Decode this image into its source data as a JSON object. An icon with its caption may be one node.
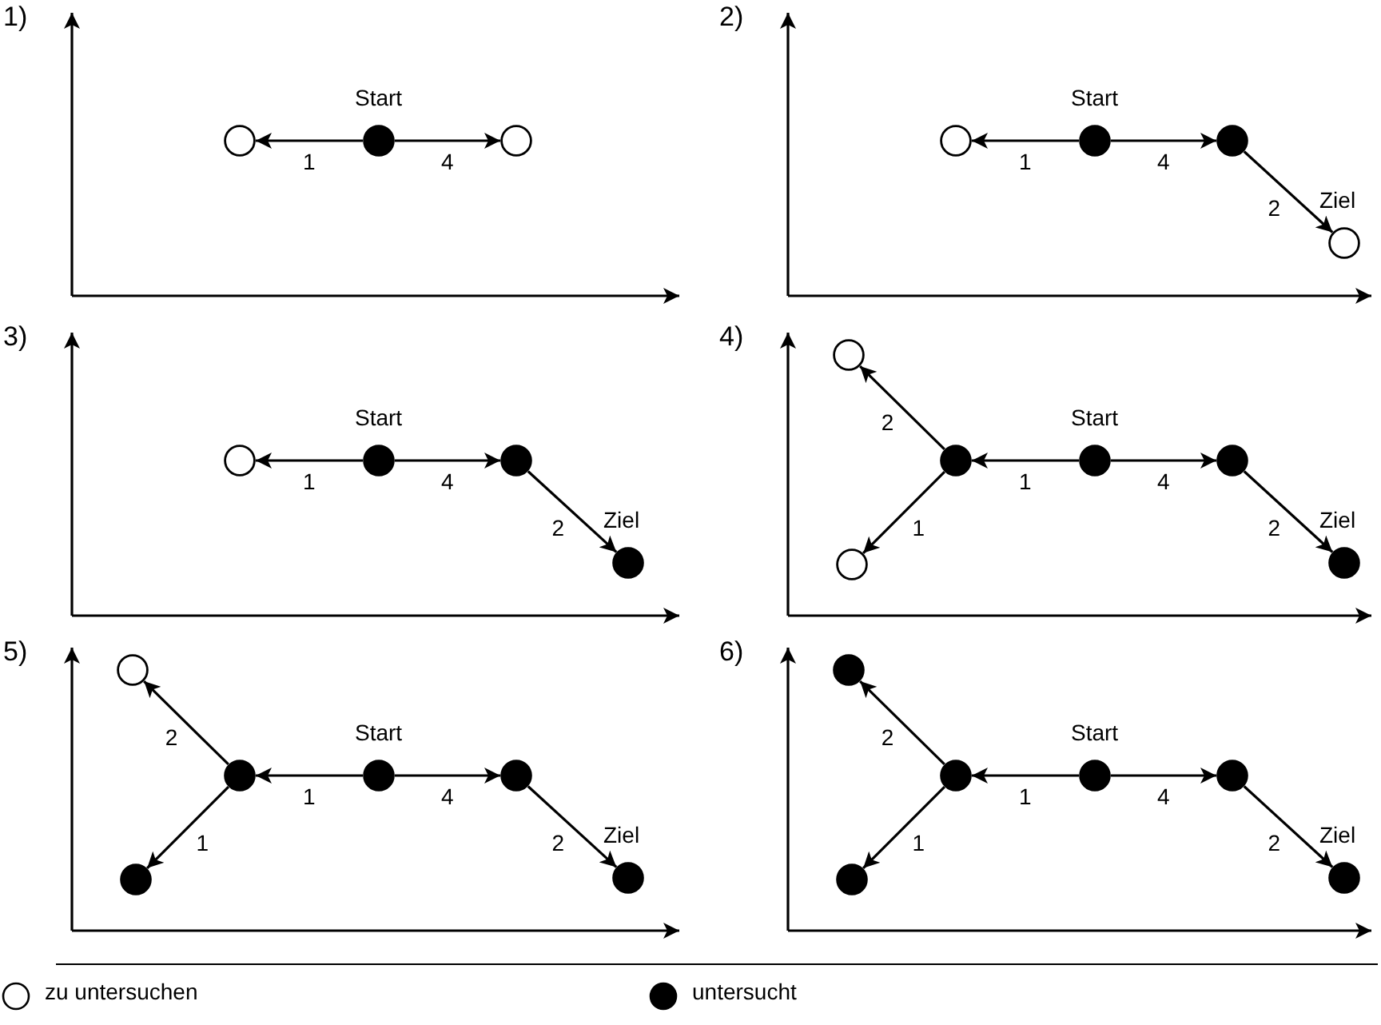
{
  "diagram": {
    "nodes": [
      {
        "text": [],
        "shape": "circle"
      },
      {
        "text": [],
        "shape": "dot",
        "beside": [
          "Start"
        ]
      },
      {
        "text": [],
        "shape": "circle"
      },
      {
        "text": [],
        "shape": "circle"
      },
      {
        "text": [],
        "shape": "dot",
        "beside": [
          "Start"
        ]
      },
      {
        "text": [],
        "shape": "dot"
      },
      {
        "text": [],
        "shape": "circle",
        "beside": [
          "Ziel"
        ]
      },
      {
        "text": [],
        "shape": "circle"
      },
      {
        "text": [],
        "shape": "dot",
        "beside": [
          "Start"
        ]
      },
      {
        "text": [],
        "shape": "dot"
      },
      {
        "text": [],
        "shape": "dot",
        "beside": [
          "Ziel"
        ]
      },
      {
        "text": [],
        "shape": "circle"
      },
      {
        "text": [],
        "shape": "dot"
      },
      {
        "text": [],
        "shape": "dot",
        "beside": [
          "Start"
        ]
      },
      {
        "text": [],
        "shape": "dot"
      },
      {
        "text": [],
        "shape": "circle"
      },
      {
        "text": [],
        "shape": "dot",
        "beside": [
          "Ziel"
        ]
      },
      {
        "text": [],
        "shape": "circle"
      },
      {
        "text": [],
        "shape": "dot"
      },
      {
        "text": [],
        "shape": "dot",
        "beside": [
          "Start"
        ]
      },
      {
        "text": [],
        "shape": "dot"
      },
      {
        "text": [],
        "shape": "dot"
      },
      {
        "text": [],
        "shape": "dot",
        "beside": [
          "Ziel"
        ]
      },
      {
        "text": [],
        "shape": "dot"
      },
      {
        "text": [],
        "shape": "dot"
      },
      {
        "text": [],
        "shape": "dot",
        "beside": [
          "Start"
        ]
      },
      {
        "text": [],
        "shape": "dot"
      },
      {
        "text": [],
        "shape": "dot"
      },
      {
        "text": [],
        "shape": "dot",
        "beside": [
          "Ziel"
        ]
      }
    ],
    "edges": [
      {
        "from": 1,
        "to": 0,
        "arrow": "to",
        "label": "1"
      },
      {
        "from": 1,
        "to": 2,
        "arrow": "to",
        "label": "4"
      },
      {
        "from": 4,
        "to": 3,
        "arrow": "to",
        "label": "1"
      },
      {
        "from": 4,
        "to": 5,
        "arrow": "to",
        "label": "4"
      },
      {
        "from": 5,
        "to": 6,
        "arrow": "to",
        "label": "2"
      },
      {
        "from": 8,
        "to": 7,
        "arrow": "to",
        "label": "1"
      },
      {
        "from": 8,
        "to": 9,
        "arrow": "to",
        "label": "4"
      },
      {
        "from": 9,
        "to": 10,
        "arrow": "to",
        "label": "2"
      },
      {
        "from": 13,
        "to": 12,
        "arrow": "to",
        "label": "1"
      },
      {
        "from": 13,
        "to": 14,
        "arrow": "to",
        "label": "4"
      },
      {
        "from": 14,
        "to": 16,
        "arrow": "to",
        "label": "2"
      },
      {
        "from": 12,
        "to": 11,
        "arrow": "to",
        "label": "2"
      },
      {
        "from": 12,
        "to": 15,
        "arrow": "to",
        "label": "1"
      },
      {
        "from": 19,
        "to": 18,
        "arrow": "to",
        "label": "1"
      },
      {
        "from": 19,
        "to": 20,
        "arrow": "to",
        "label": "4"
      },
      {
        "from": 20,
        "to": 22,
        "arrow": "to",
        "label": "2"
      },
      {
        "from": 18,
        "to": 17,
        "arrow": "to",
        "label": "2"
      },
      {
        "from": 18,
        "to": 21,
        "arrow": "to",
        "label": "1"
      },
      {
        "from": 25,
        "to": 24,
        "arrow": "to",
        "label": "1"
      },
      {
        "from": 25,
        "to": 26,
        "arrow": "to",
        "label": "4"
      },
      {
        "from": 26,
        "to": 28,
        "arrow": "to",
        "label": "2"
      },
      {
        "from": 24,
        "to": 23,
        "arrow": "to",
        "label": "2"
      },
      {
        "from": 24,
        "to": 27,
        "arrow": "to",
        "label": "1"
      }
    ],
    "labels": [
      "1)",
      "2)",
      "3)",
      "4)",
      "5)",
      "6)"
    ],
    "legend": [
      {
        "text": "zu untersuchen",
        "color": "#ffffff"
      },
      {
        "text": "untersucht",
        "color": "#000000"
      }
    ]
  }
}
